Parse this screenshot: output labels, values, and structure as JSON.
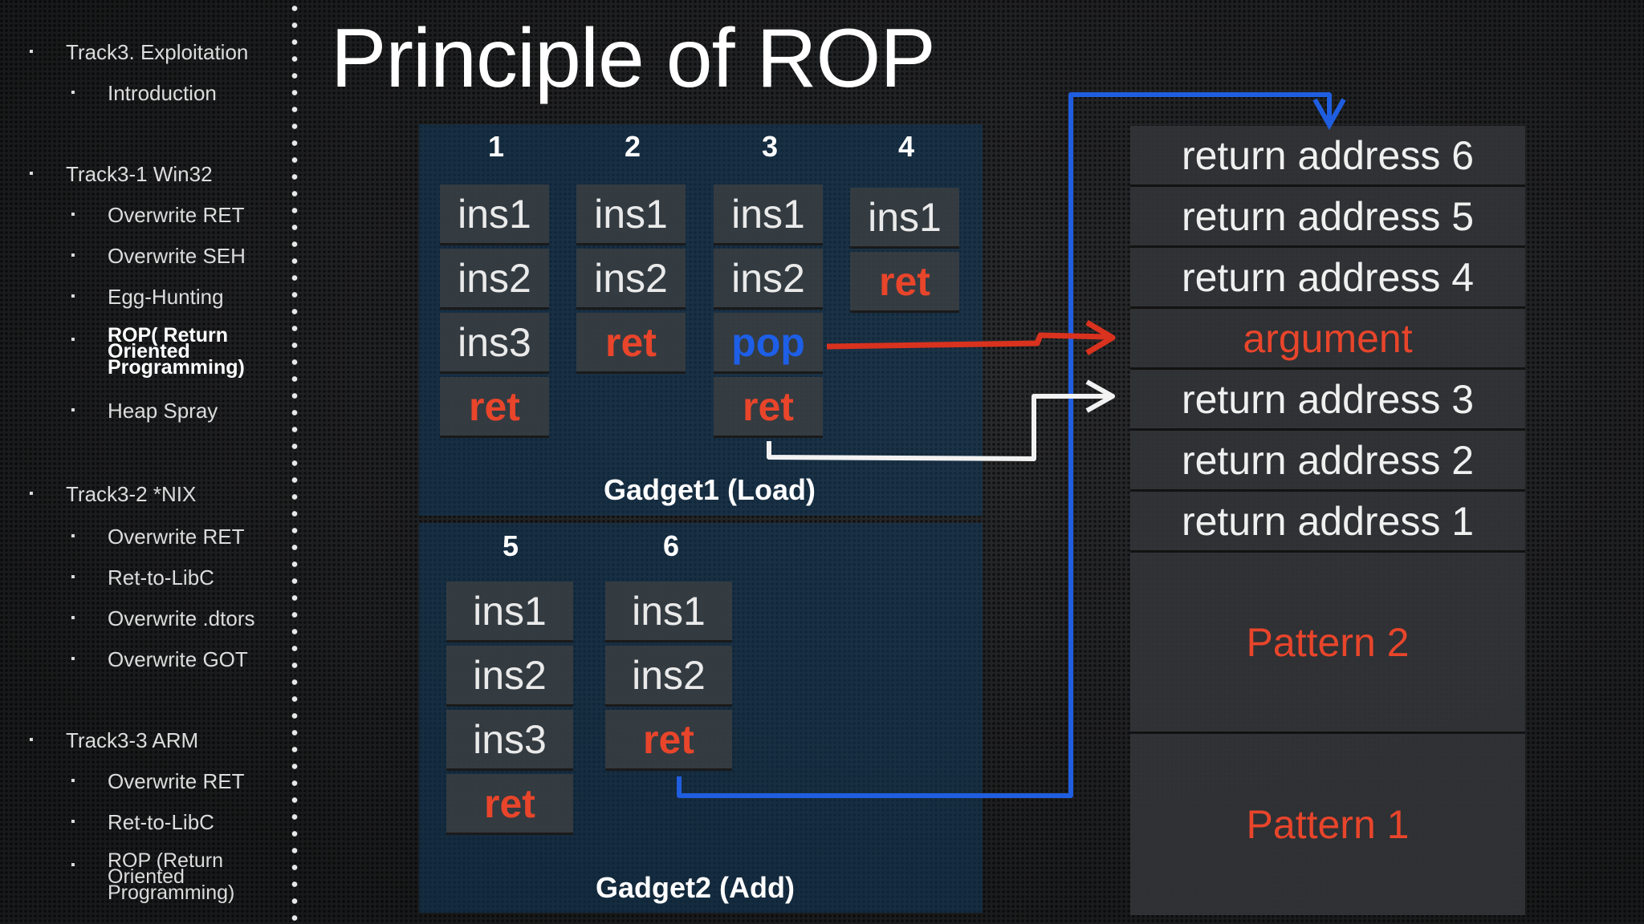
{
  "title": "Principle of ROP",
  "sidebar": {
    "items": [
      {
        "label": "Track3. Exploitation"
      },
      {
        "label": "Introduction"
      },
      {
        "label": "Track3-1 Win32"
      },
      {
        "label": "Overwrite RET"
      },
      {
        "label": "Overwrite SEH"
      },
      {
        "label": "Egg-Hunting"
      },
      {
        "label": "ROP( Return Oriented Programming)"
      },
      {
        "label": "Heap Spray"
      },
      {
        "label": "Track3-2 *NIX"
      },
      {
        "label": "Overwrite RET"
      },
      {
        "label": "Ret-to-LibC"
      },
      {
        "label": "Overwrite .dtors"
      },
      {
        "label": "Overwrite GOT"
      },
      {
        "label": "Track3-3 ARM"
      },
      {
        "label": "Overwrite RET"
      },
      {
        "label": "Ret-to-LibC"
      },
      {
        "label": "ROP (Return Oriented Programming)"
      }
    ]
  },
  "gadget1": {
    "label": "Gadget1 (Load)",
    "columns": [
      {
        "num": "1",
        "cells": [
          "ins1",
          "ins2",
          "ins3",
          "ret"
        ]
      },
      {
        "num": "2",
        "cells": [
          "ins1",
          "ins2",
          "ret"
        ]
      },
      {
        "num": "3",
        "cells": [
          "ins1",
          "ins2",
          "pop",
          "ret"
        ]
      },
      {
        "num": "4",
        "cells": [
          "ins1",
          "ret"
        ]
      }
    ]
  },
  "gadget2": {
    "label": "Gadget2 (Add)",
    "columns": [
      {
        "num": "5",
        "cells": [
          "ins1",
          "ins2",
          "ins3",
          "ret"
        ]
      },
      {
        "num": "6",
        "cells": [
          "ins1",
          "ins2",
          "ret"
        ]
      }
    ]
  },
  "stack": {
    "rows": [
      "return address 6",
      "return address 5",
      "return address 4",
      "argument",
      "return address 3",
      "return address 2",
      "return address 1",
      "Pattern 2",
      "Pattern 1"
    ]
  },
  "colors": {
    "ret": "#e8452b",
    "pop": "#1e5fe8",
    "blue_arrow": "#1f5ee0",
    "red_arrow": "#d9321e",
    "white_arrow": "#f2f2f2",
    "panel": "#133a5c"
  }
}
